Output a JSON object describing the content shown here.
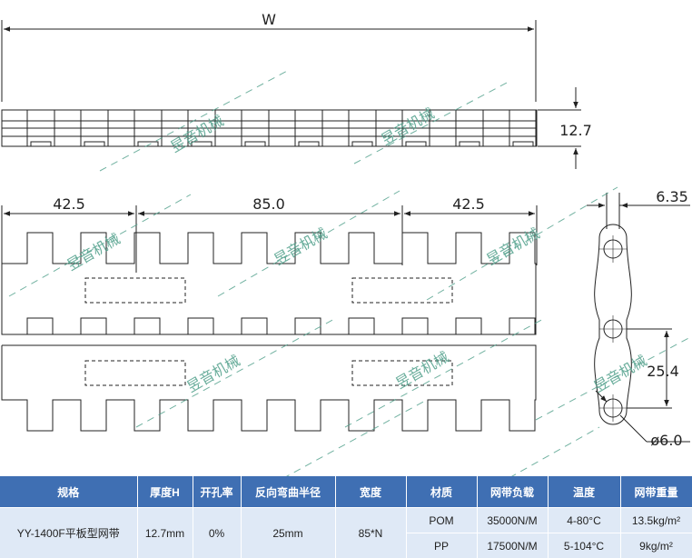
{
  "dimensions": {
    "width_label": "W",
    "thickness_label": "12.7",
    "module_left": "42.5",
    "module_center": "85.0",
    "module_right": "42.5",
    "link_width": "6.35",
    "pitch": "25.4",
    "hole_diameter": "ø6.0"
  },
  "watermark": "昱音机械",
  "table": {
    "headers": [
      "规格",
      "厚度H",
      "开孔率",
      "反向弯曲半径",
      "宽度",
      "材质",
      "网带负载",
      "温度",
      "网带重量"
    ],
    "spec": "YY-1400F平板型网带",
    "thickness": "12.7mm",
    "open_area": "0%",
    "back_bend_radius": "25mm",
    "width": "85*N",
    "rows": [
      {
        "material": "POM",
        "load": "35000N/M",
        "temperature": "4-80°C",
        "weight": "13.5kg/m²"
      },
      {
        "material": "PP",
        "load": "17500N/M",
        "temperature": "5-104°C",
        "weight": "9kg/m²"
      }
    ]
  },
  "colors": {
    "header_bg": "#3f6fb3",
    "cell_bg": "#dfe9f6",
    "watermark": "#4f9f8a"
  }
}
